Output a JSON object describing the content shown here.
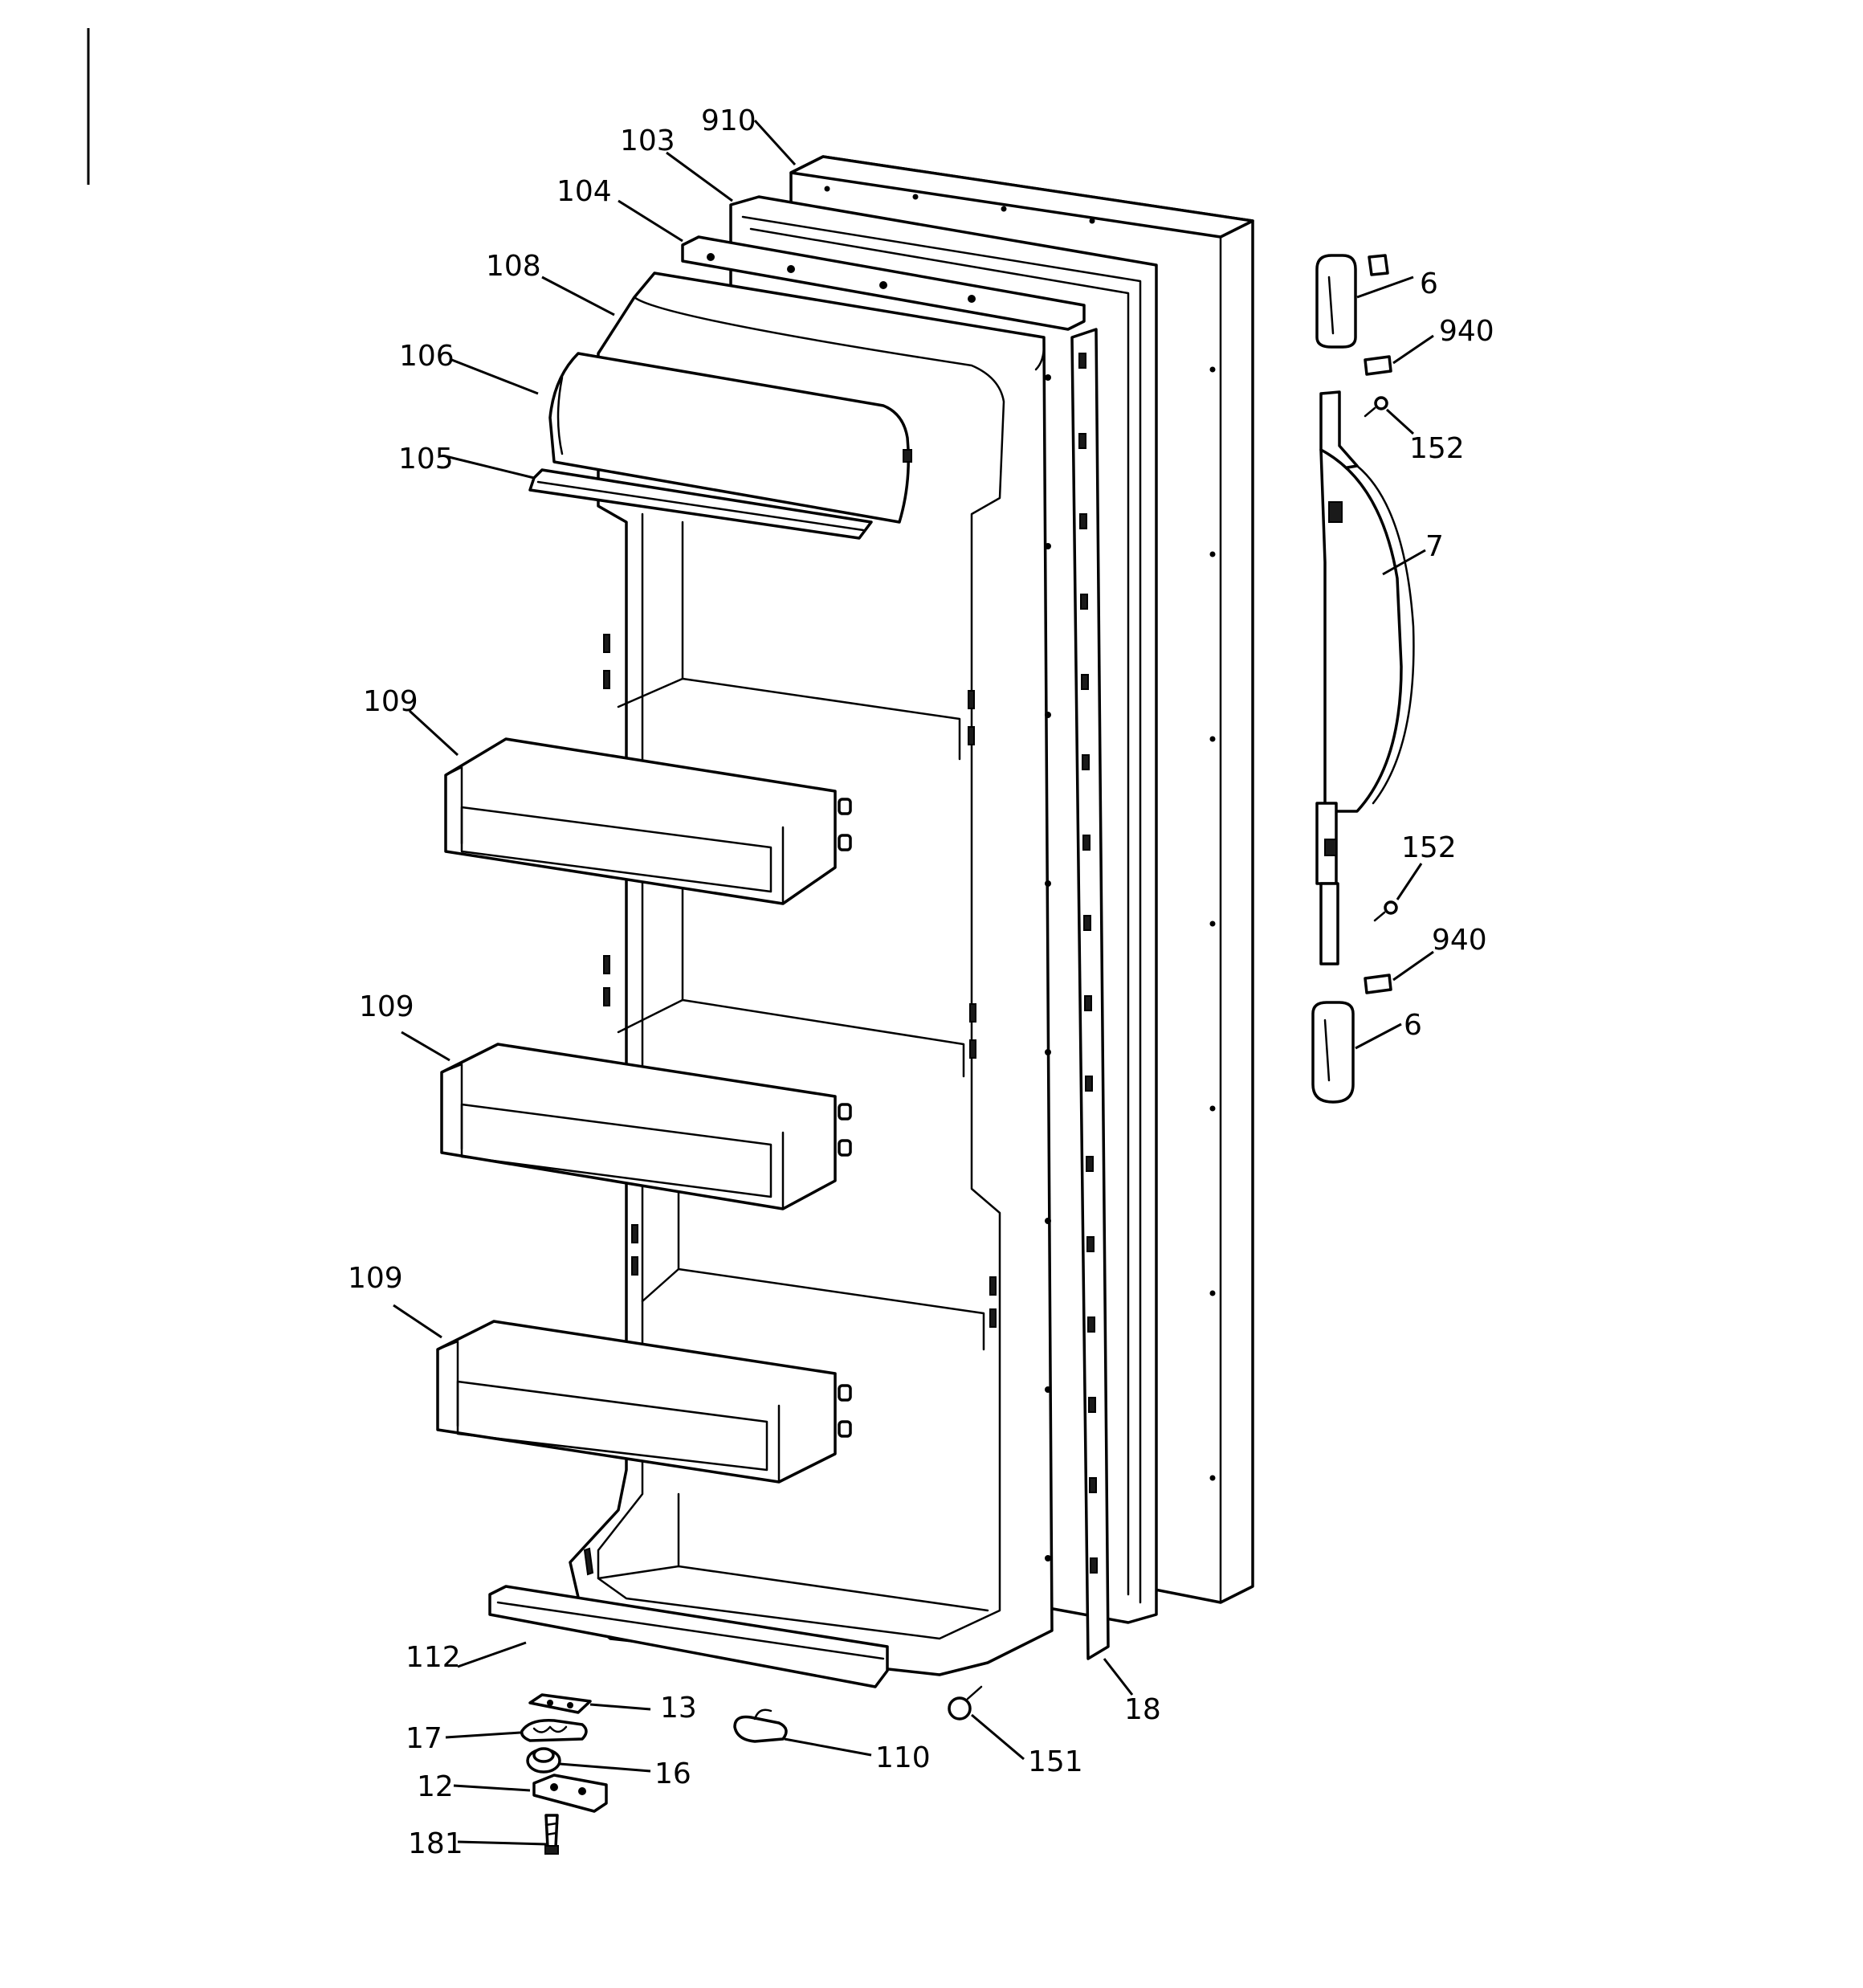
{
  "diagram": {
    "type": "exploded-parts-view",
    "callouts": [
      "910",
      "103",
      "104",
      "108",
      "106",
      "105",
      "109",
      "109",
      "109",
      "112",
      "13",
      "17",
      "16",
      "12",
      "181",
      "110",
      "151",
      "18",
      "6",
      "940",
      "152",
      "7",
      "152",
      "940",
      "6"
    ],
    "colors": {
      "line": "#000000",
      "background": "#ffffff"
    }
  }
}
